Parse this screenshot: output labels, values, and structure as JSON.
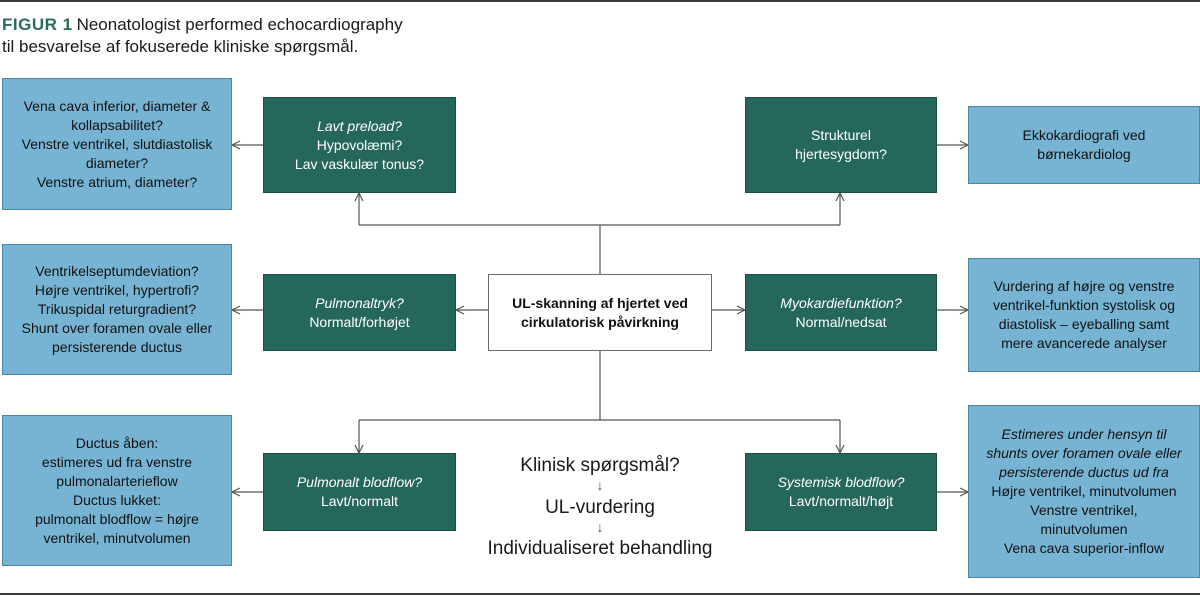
{
  "figure": {
    "label": "FIGUR 1",
    "caption_line1": "Neonatologist performed echocardiography",
    "caption_line2": "til besvarelse af fokuserede kliniske spørgsmål."
  },
  "center_box": {
    "line1": "UL-skanning af hjertet ved",
    "line2": "cirkulatorisk påvirkning"
  },
  "questions": {
    "preload": {
      "title": "Lavt preload?",
      "line1": "Hypovolæmi?",
      "line2": "Lav vaskulær tonus?"
    },
    "structural": {
      "line1": "Strukturel",
      "line2": "hjertesygdom?"
    },
    "pulmonal_pressure": {
      "title": "Pulmonaltryk?",
      "line1": "Normalt/forhøjet"
    },
    "myocardial": {
      "title": "Myokardiefunktion?",
      "line1": "Normal/nedsat"
    },
    "pulmonal_flow": {
      "title": "Pulmonalt blodflow?",
      "line1": "Lavt/normalt"
    },
    "systemic_flow": {
      "title": "Systemisk blodflow?",
      "line1": "Lavt/normalt/højt"
    }
  },
  "info": {
    "preload": [
      "Vena cava inferior, diameter &",
      "kollapsabilitet?",
      "Venstre ventrikel, slutdiastolisk",
      "diameter?",
      "Venstre atrium, diameter?"
    ],
    "structural": [
      "Ekkokardiografi ved",
      "børnekardiolog"
    ],
    "pulmonal_pressure": [
      "Ventrikelseptumdeviation?",
      "Højre ventrikel, hypertrofi?",
      "Trikuspidal returgradient?",
      "Shunt over foramen ovale eller",
      "persisterende ductus"
    ],
    "myocardial": [
      "Vurdering af højre og venstre",
      "ventrikel-funktion systolisk og",
      "diastolisk – eyeballing samt",
      "mere avancerede analyser"
    ],
    "pulmonal_flow": [
      "Ductus åben:",
      "estimeres ud fra venstre",
      "pulmonalarterieflow",
      "Ductus lukket:",
      "pulmonalt blodflow = højre",
      "ventrikel, minutvolumen"
    ],
    "systemic_flow_italic": [
      "Estimeres under hensyn til",
      "shunts over foramen ovale eller",
      "persisterende ductus ud fra"
    ],
    "systemic_flow": [
      "Højre ventrikel, minutvolumen",
      "Venstre ventrikel,",
      "minutvolumen",
      "Vena cava superior-inflow"
    ]
  },
  "legend": {
    "step1": "Klinisk spørgsmål?",
    "step2": "UL-vurdering",
    "step3": "Individualiseret behandling",
    "arrow": "↓"
  },
  "colors": {
    "question_box": "#25675a",
    "info_box": "#77b4d3",
    "label": "#2a6b5f",
    "legend_light": "#6aaed1"
  }
}
